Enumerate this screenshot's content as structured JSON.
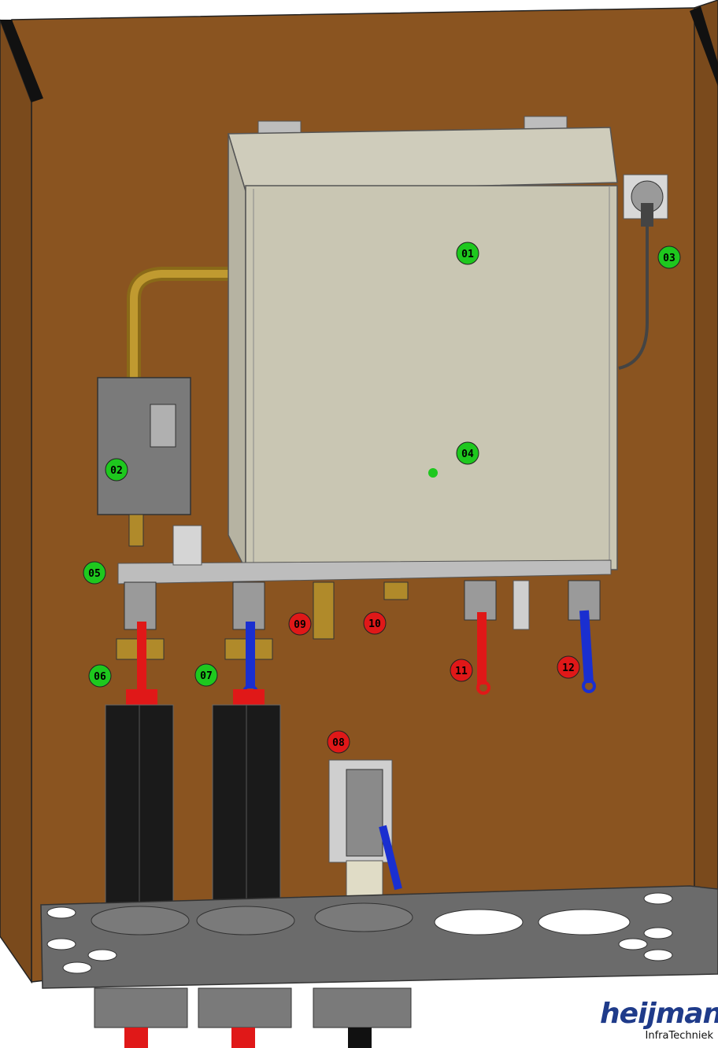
{
  "markers": [
    {
      "id": "01",
      "color": "#1ec81e"
    },
    {
      "id": "02",
      "color": "#1ec81e"
    },
    {
      "id": "03",
      "color": "#1ec81e"
    },
    {
      "id": "04",
      "color": "#1ec81e"
    },
    {
      "id": "05",
      "color": "#1ec81e"
    },
    {
      "id": "06",
      "color": "#1ec81e"
    },
    {
      "id": "07",
      "color": "#1ec81e"
    },
    {
      "id": "08",
      "color": "#e01818"
    },
    {
      "id": "09",
      "color": "#e01818"
    },
    {
      "id": "10",
      "color": "#e01818"
    },
    {
      "id": "11",
      "color": "#e01818"
    },
    {
      "id": "12",
      "color": "#e01818"
    }
  ],
  "brand": {
    "name": "heijmans",
    "subtitle": "InfraTechniek",
    "color": "#1f3b8a"
  },
  "colors": {
    "panel": "#8a5420",
    "box": "#c8c5b4",
    "base": "#6b6b6b",
    "red": "#e01818",
    "blue": "#1a2fd0",
    "brass": "#b08a2a",
    "pipe": "#1a1a1a"
  }
}
